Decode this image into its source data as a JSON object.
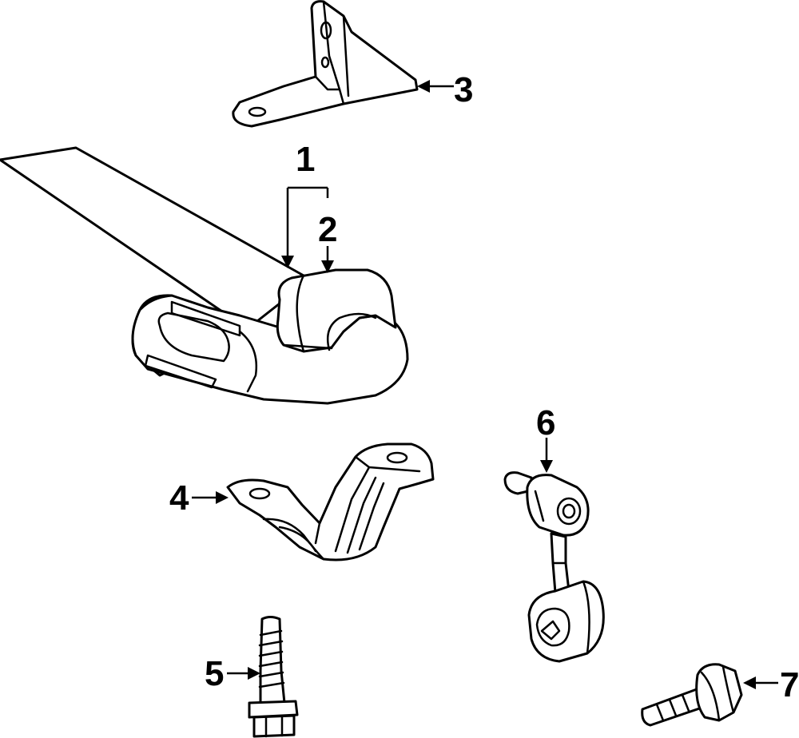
{
  "callouts": [
    {
      "id": "callout-1",
      "label": "1"
    },
    {
      "id": "callout-2",
      "label": "2"
    },
    {
      "id": "callout-3",
      "label": "3"
    },
    {
      "id": "callout-4",
      "label": "4"
    },
    {
      "id": "callout-5",
      "label": "5"
    },
    {
      "id": "callout-6",
      "label": "6"
    },
    {
      "id": "callout-7",
      "label": "7"
    }
  ],
  "colors": {
    "line": "#000000",
    "background": "#ffffff"
  }
}
